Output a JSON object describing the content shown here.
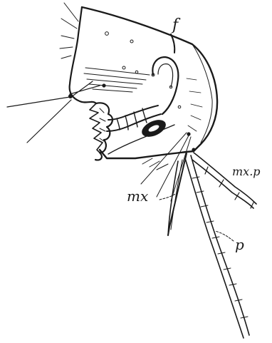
{
  "figure": {
    "labels": {
      "f": "f",
      "mx_p": "mx.p",
      "mx": "mx",
      "p": "p"
    }
  }
}
